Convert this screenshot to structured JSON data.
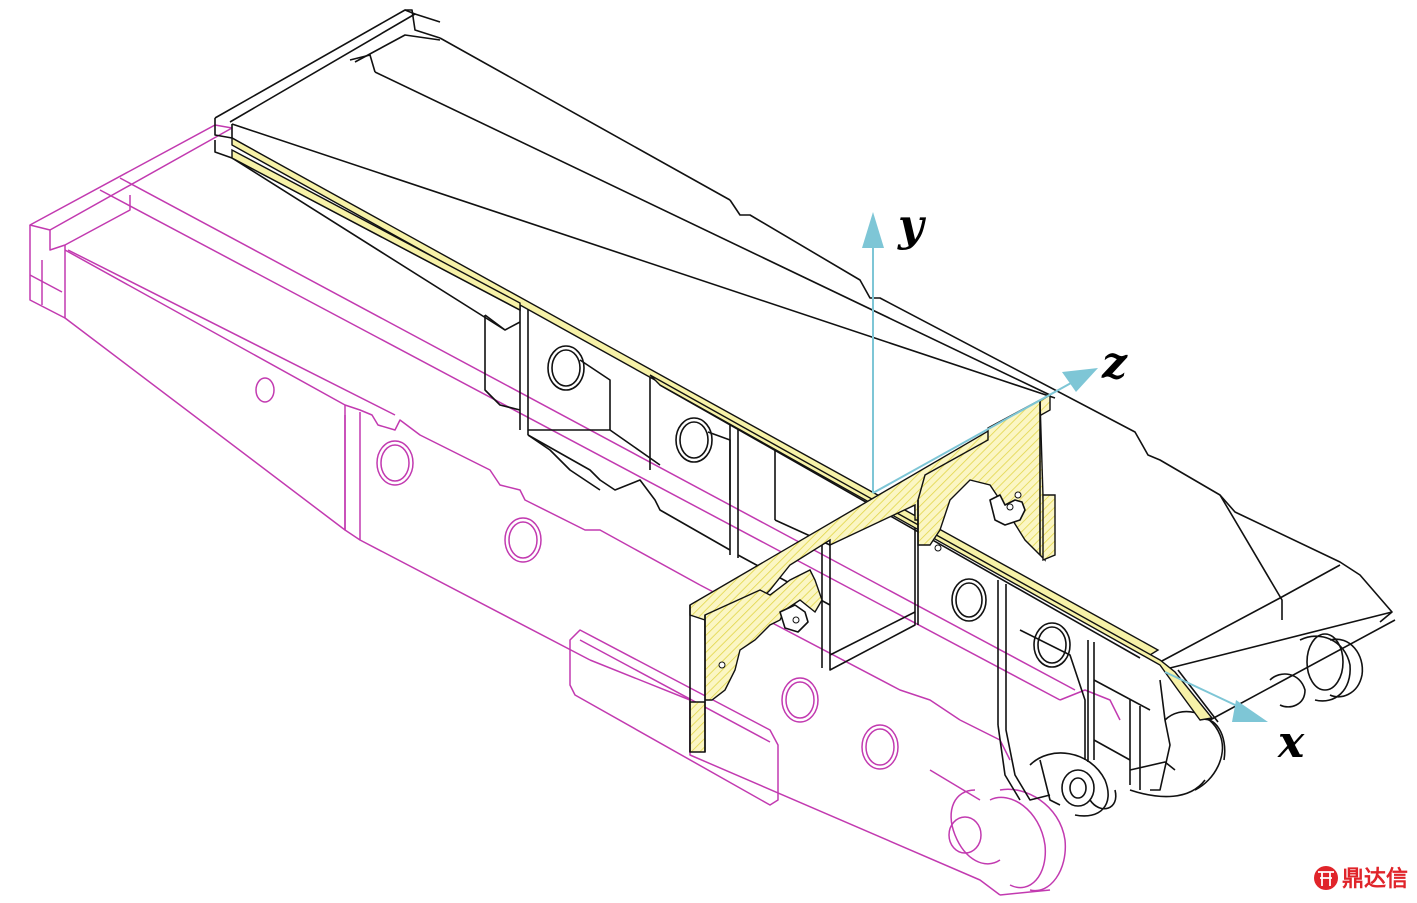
{
  "figure": {
    "axes": {
      "x_label": "x",
      "y_label": "y",
      "z_label": "z",
      "color": "#7ec6d6"
    },
    "colors": {
      "upper_frame": "#111111",
      "lower_frame": "#c23ab0",
      "section_hatch": "#e8e06a"
    },
    "watermark": {
      "text": "鼎达信",
      "icon": "logo-seal-icon",
      "color": "#e0242a"
    }
  }
}
